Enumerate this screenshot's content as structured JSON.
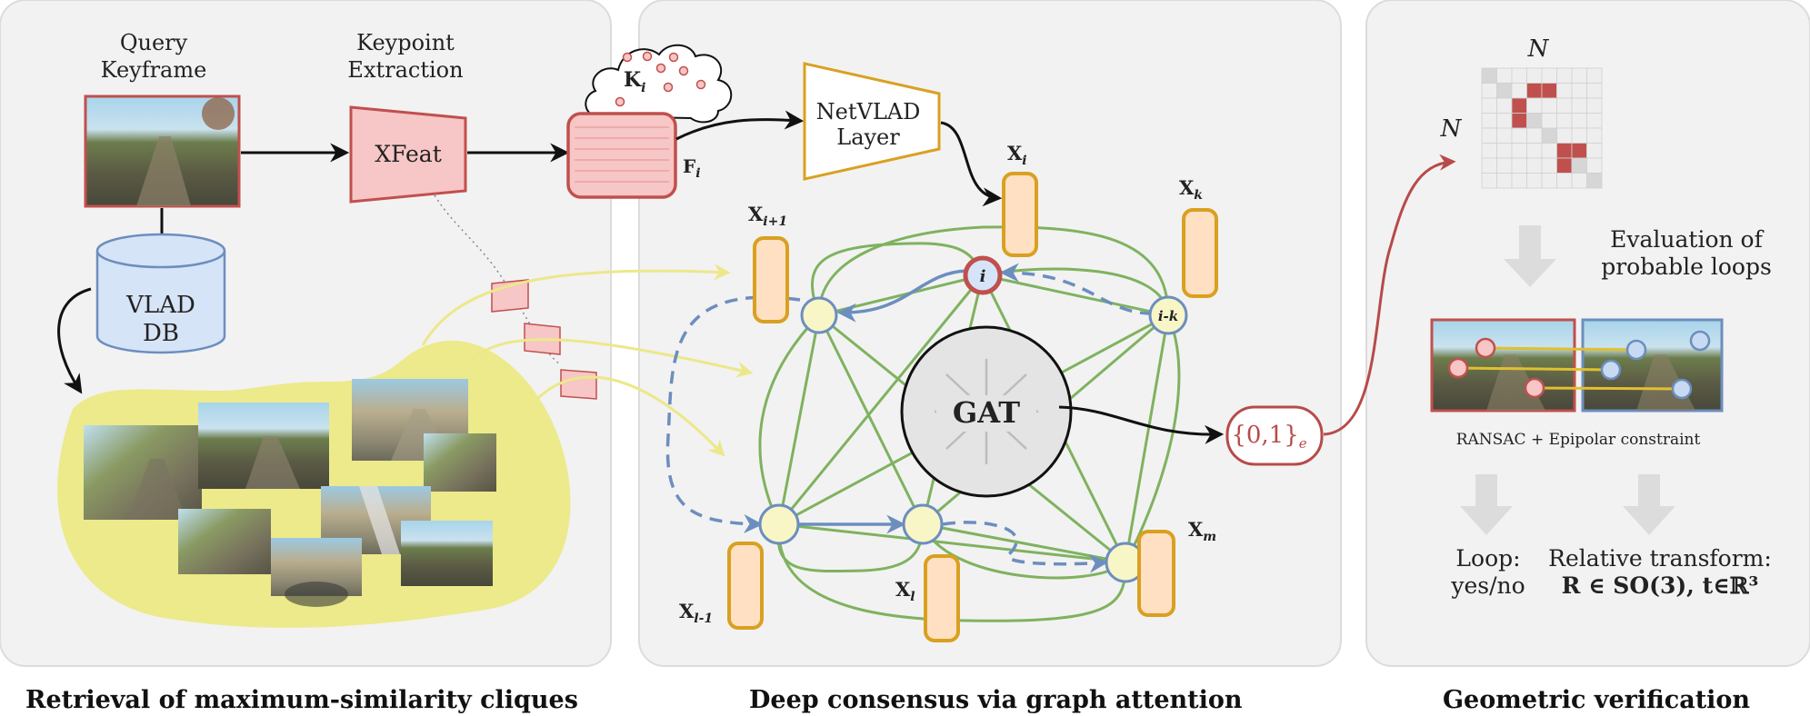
{
  "panels": {
    "retrieval": {
      "title": "Retrieval of maximum-similarity cliques",
      "query_line1": "Query",
      "query_line2": "Keyframe",
      "keypoint_line1": "Keypoint",
      "keypoint_line2": "Extraction",
      "xfeat": "XFeat",
      "db_line1": "VLAD",
      "db_line2": "DB"
    },
    "consensus": {
      "title": "Deep consensus via graph attention",
      "netvlad_line1": "NetVLAD",
      "netvlad_line2": "Layer",
      "ki": "K",
      "ki_sub": "i",
      "fi": "F",
      "fi_sub": "i",
      "xi": "X",
      "xi_sub": "i",
      "xk": "X",
      "xk_sub": "k",
      "xi1": "X",
      "xi1_sub": "i+1",
      "xl1": "X",
      "xl1_sub": "l-1",
      "xl": "X",
      "xl_sub": "l",
      "xm": "X",
      "xm_sub": "m",
      "node_i": "i",
      "node_ik": "i-k",
      "gat": "GAT",
      "edge_output": "{0,1}",
      "edge_output_sub": "e"
    },
    "verification": {
      "title": "Geometric verification",
      "matrix_col": "N",
      "matrix_row": "N",
      "eval_line1": "Evaluation of",
      "eval_line2": "probable loops",
      "ransac": "RANSAC + Epipolar constraint",
      "loop_line1": "Loop:",
      "loop_line2": "yes/no",
      "transform_line1": "Relative transform:",
      "transform_line2": "R ∈ SO(3), t∈ℝ³"
    }
  },
  "colors": {
    "panel_bg": "#f2f2f2",
    "panel_border": "#dcdcdc",
    "query_border": "#c0504d",
    "xfeat_fill": "#f7c6c6",
    "xfeat_stroke": "#c0504d",
    "db_fill": "#d6e4f7",
    "db_stroke": "#6c8ebf",
    "blob_fill": "#ecea8a",
    "netvlad_stroke": "#d9a021",
    "feature_fill": "#ffe0c2",
    "feature_stroke": "#d9a021",
    "node_fill": "#f8f6c6",
    "node_stroke": "#6c8ebf",
    "edge_green": "#7fb25f",
    "arrow_blue": "#6c8ebf",
    "gat_fill": "#e4e4e4",
    "output_red": "#b84a4a",
    "matrix_red": "#c0504d",
    "yellow_arrow": "#ece88a"
  }
}
